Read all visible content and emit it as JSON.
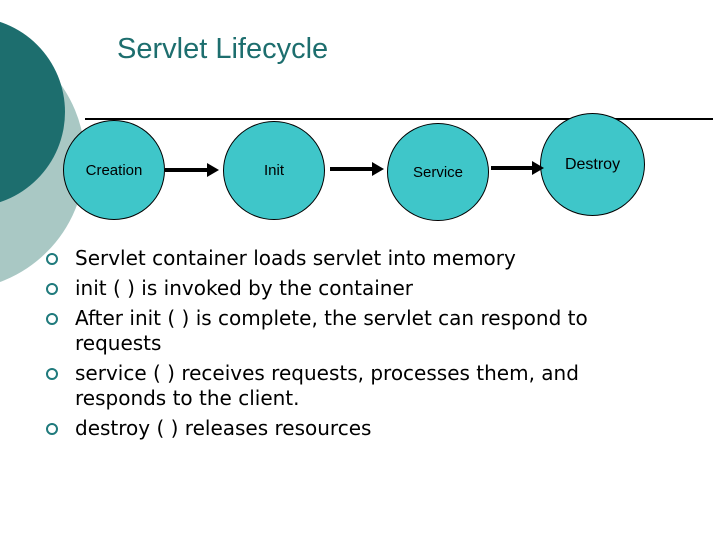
{
  "slide": {
    "title": "Servlet Lifecycle"
  },
  "diagram": {
    "nodes": [
      {
        "id": "creation",
        "label": "Creation"
      },
      {
        "id": "init",
        "label": "Init"
      },
      {
        "id": "service",
        "label": "Service"
      },
      {
        "id": "destroy",
        "label": "Destroy"
      }
    ],
    "arrows": [
      {
        "from": "Creation",
        "to": "Init"
      },
      {
        "from": "Init",
        "to": "Service"
      },
      {
        "from": "Service",
        "to": "Destroy"
      }
    ]
  },
  "bullets": [
    {
      "text": "Servlet container loads servlet into memory"
    },
    {
      "text": "init ( ) is invoked by the container"
    },
    {
      "text": "After init (  ) is complete, the servlet can respond to\nrequests"
    },
    {
      "text": "service ( ) receives requests, processes them, and\nresponds to the client."
    },
    {
      "text": "destroy ( ) releases resources"
    }
  ],
  "colors": {
    "accent_dark_teal": "#1d6e6e",
    "deco_light_teal": "#a9c8c4",
    "node_fill_turquoise": "#3fc6c9",
    "bullet_ring_teal": "#1f7a7c",
    "line_and_text": "#000000"
  }
}
